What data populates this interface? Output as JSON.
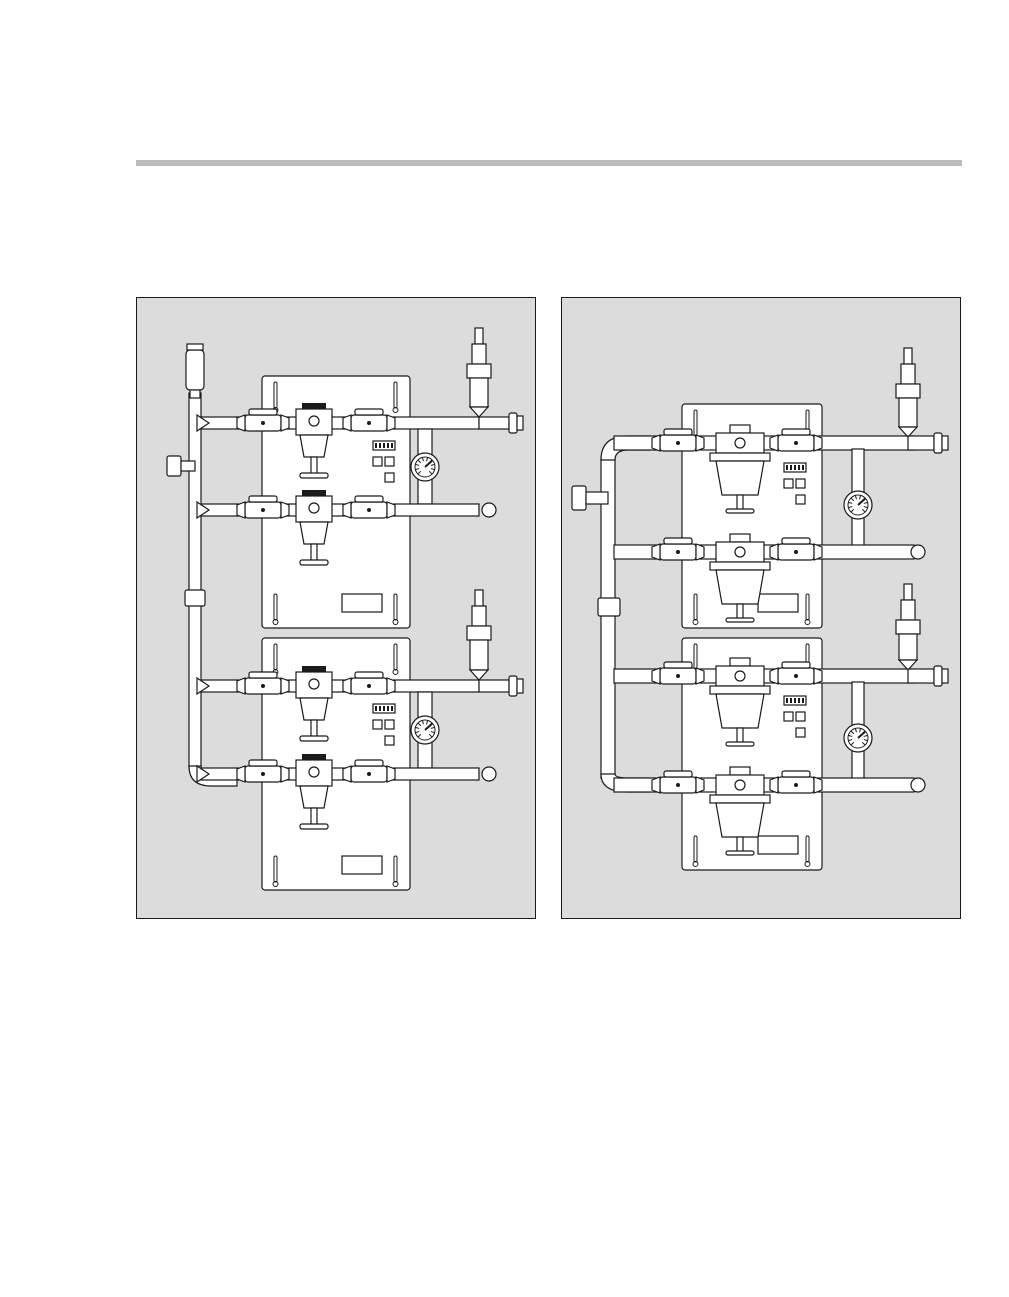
{
  "colors": {
    "rule": "#bdbdbd",
    "panel_bg": "#dcdcdd",
    "line": "#1a1a1a",
    "part_fill": "#ffffff",
    "dark_accent": "#1a1a1a"
  },
  "figures": [
    {
      "id": "left",
      "description_icon": "dual-gas-manifold-line-regulator-icon",
      "stations": 2,
      "branches_per_station": 2
    },
    {
      "id": "right",
      "description_icon": "dual-gas-manifold-dome-regulator-icon",
      "stations": 2,
      "branches_per_station": 2
    }
  ]
}
